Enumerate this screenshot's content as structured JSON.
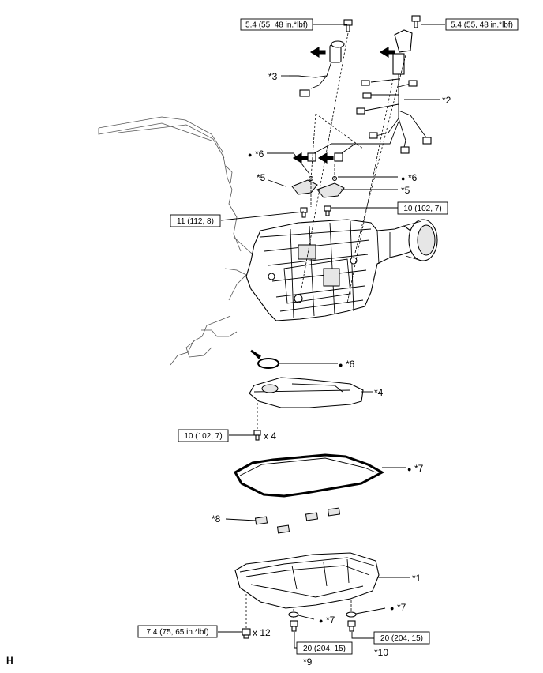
{
  "torque_specs": {
    "harness_bolt_left": "5.4 (55, 48 in.*lbf)",
    "harness_bolt_right": "5.4 (55, 48 in.*lbf)",
    "solenoid_bolt_left": "11 (112, 8)",
    "solenoid_bolt_right": "10 (102, 7)",
    "strainer_bolt": "10 (102, 7)",
    "oil_pan_bolt": "7.4 (75, 65 in.*lbf)",
    "drain_plug": "20 (204, 15)",
    "refill_plug": "20 (204, 15)"
  },
  "quantities": {
    "strainer_bolts": "x 4",
    "oil_pan_bolts": "x 12"
  },
  "callouts": {
    "c1": "*1",
    "c2": "*2",
    "c3": "*3",
    "c4": "*4",
    "c5_left": "*5",
    "c5_right": "*5",
    "c6_left": "*6",
    "c6_right": "*6",
    "c6_strainer": "*6",
    "c7_pan": "*7",
    "c7_gasket_left": "*7",
    "c7_gasket_right": "*7",
    "c8": "*8",
    "c9": "*9",
    "c10": "*10"
  },
  "non_reusable_marker": "●",
  "figure_code": "H"
}
